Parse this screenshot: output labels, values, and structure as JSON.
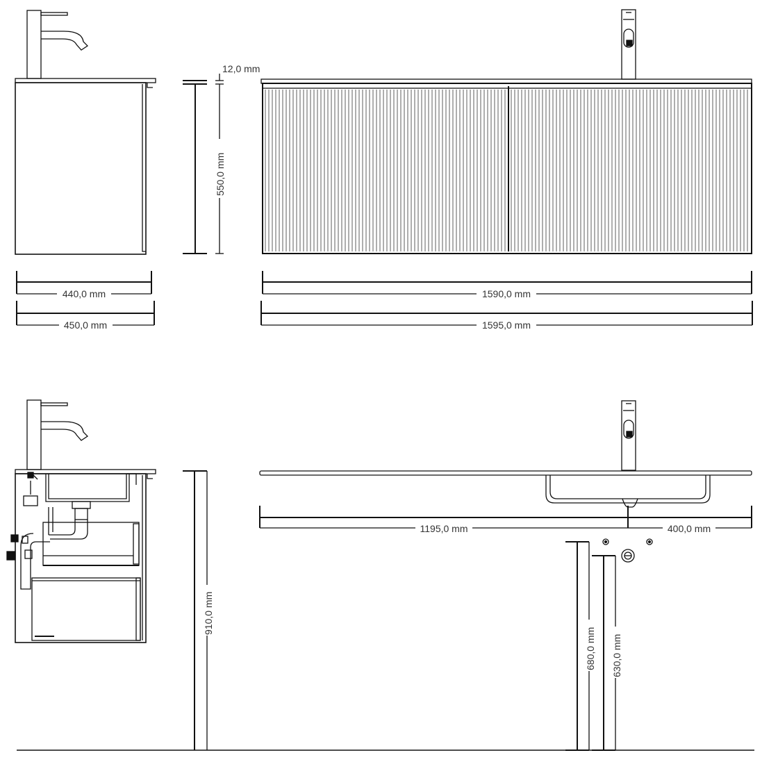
{
  "dimensions": {
    "top_thickness": "12,0 mm",
    "cabinet_height": "550,0 mm",
    "side_depth_inner": "440,0 mm",
    "side_depth_outer": "450,0 mm",
    "front_width_inner": "1590,0 mm",
    "front_width_outer": "1595,0 mm",
    "mount_height": "910,0 mm",
    "top_left_section": "1195,0 mm",
    "top_right_section": "400,0 mm",
    "drain_height_high": "680,0 mm",
    "drain_height_low": "630,0 mm"
  },
  "colors": {
    "line": "#111111",
    "text": "#333333",
    "background": "#ffffff"
  }
}
